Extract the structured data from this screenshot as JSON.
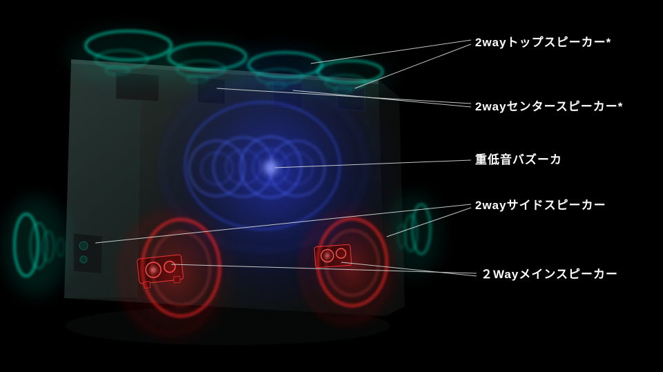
{
  "diagram": {
    "title": "TV rear speaker system diagram",
    "labels": [
      {
        "id": "top",
        "text": "2wayトップスピーカー*"
      },
      {
        "id": "center",
        "text": "2wayセンタースピーカー*"
      },
      {
        "id": "bazooka",
        "text": "重低音バズーカ"
      },
      {
        "id": "side",
        "text": "2wayサイドスピーカー"
      },
      {
        "id": "main",
        "text": "２Wayメインスピーカー"
      }
    ],
    "colors": {
      "background": "#000000",
      "teal_glow": "#00f5cc",
      "blue_glow": "#3a55ff",
      "red_glow": "#ff2626",
      "label_text": "#ffffff",
      "leader_line": "#d9dddd"
    }
  }
}
